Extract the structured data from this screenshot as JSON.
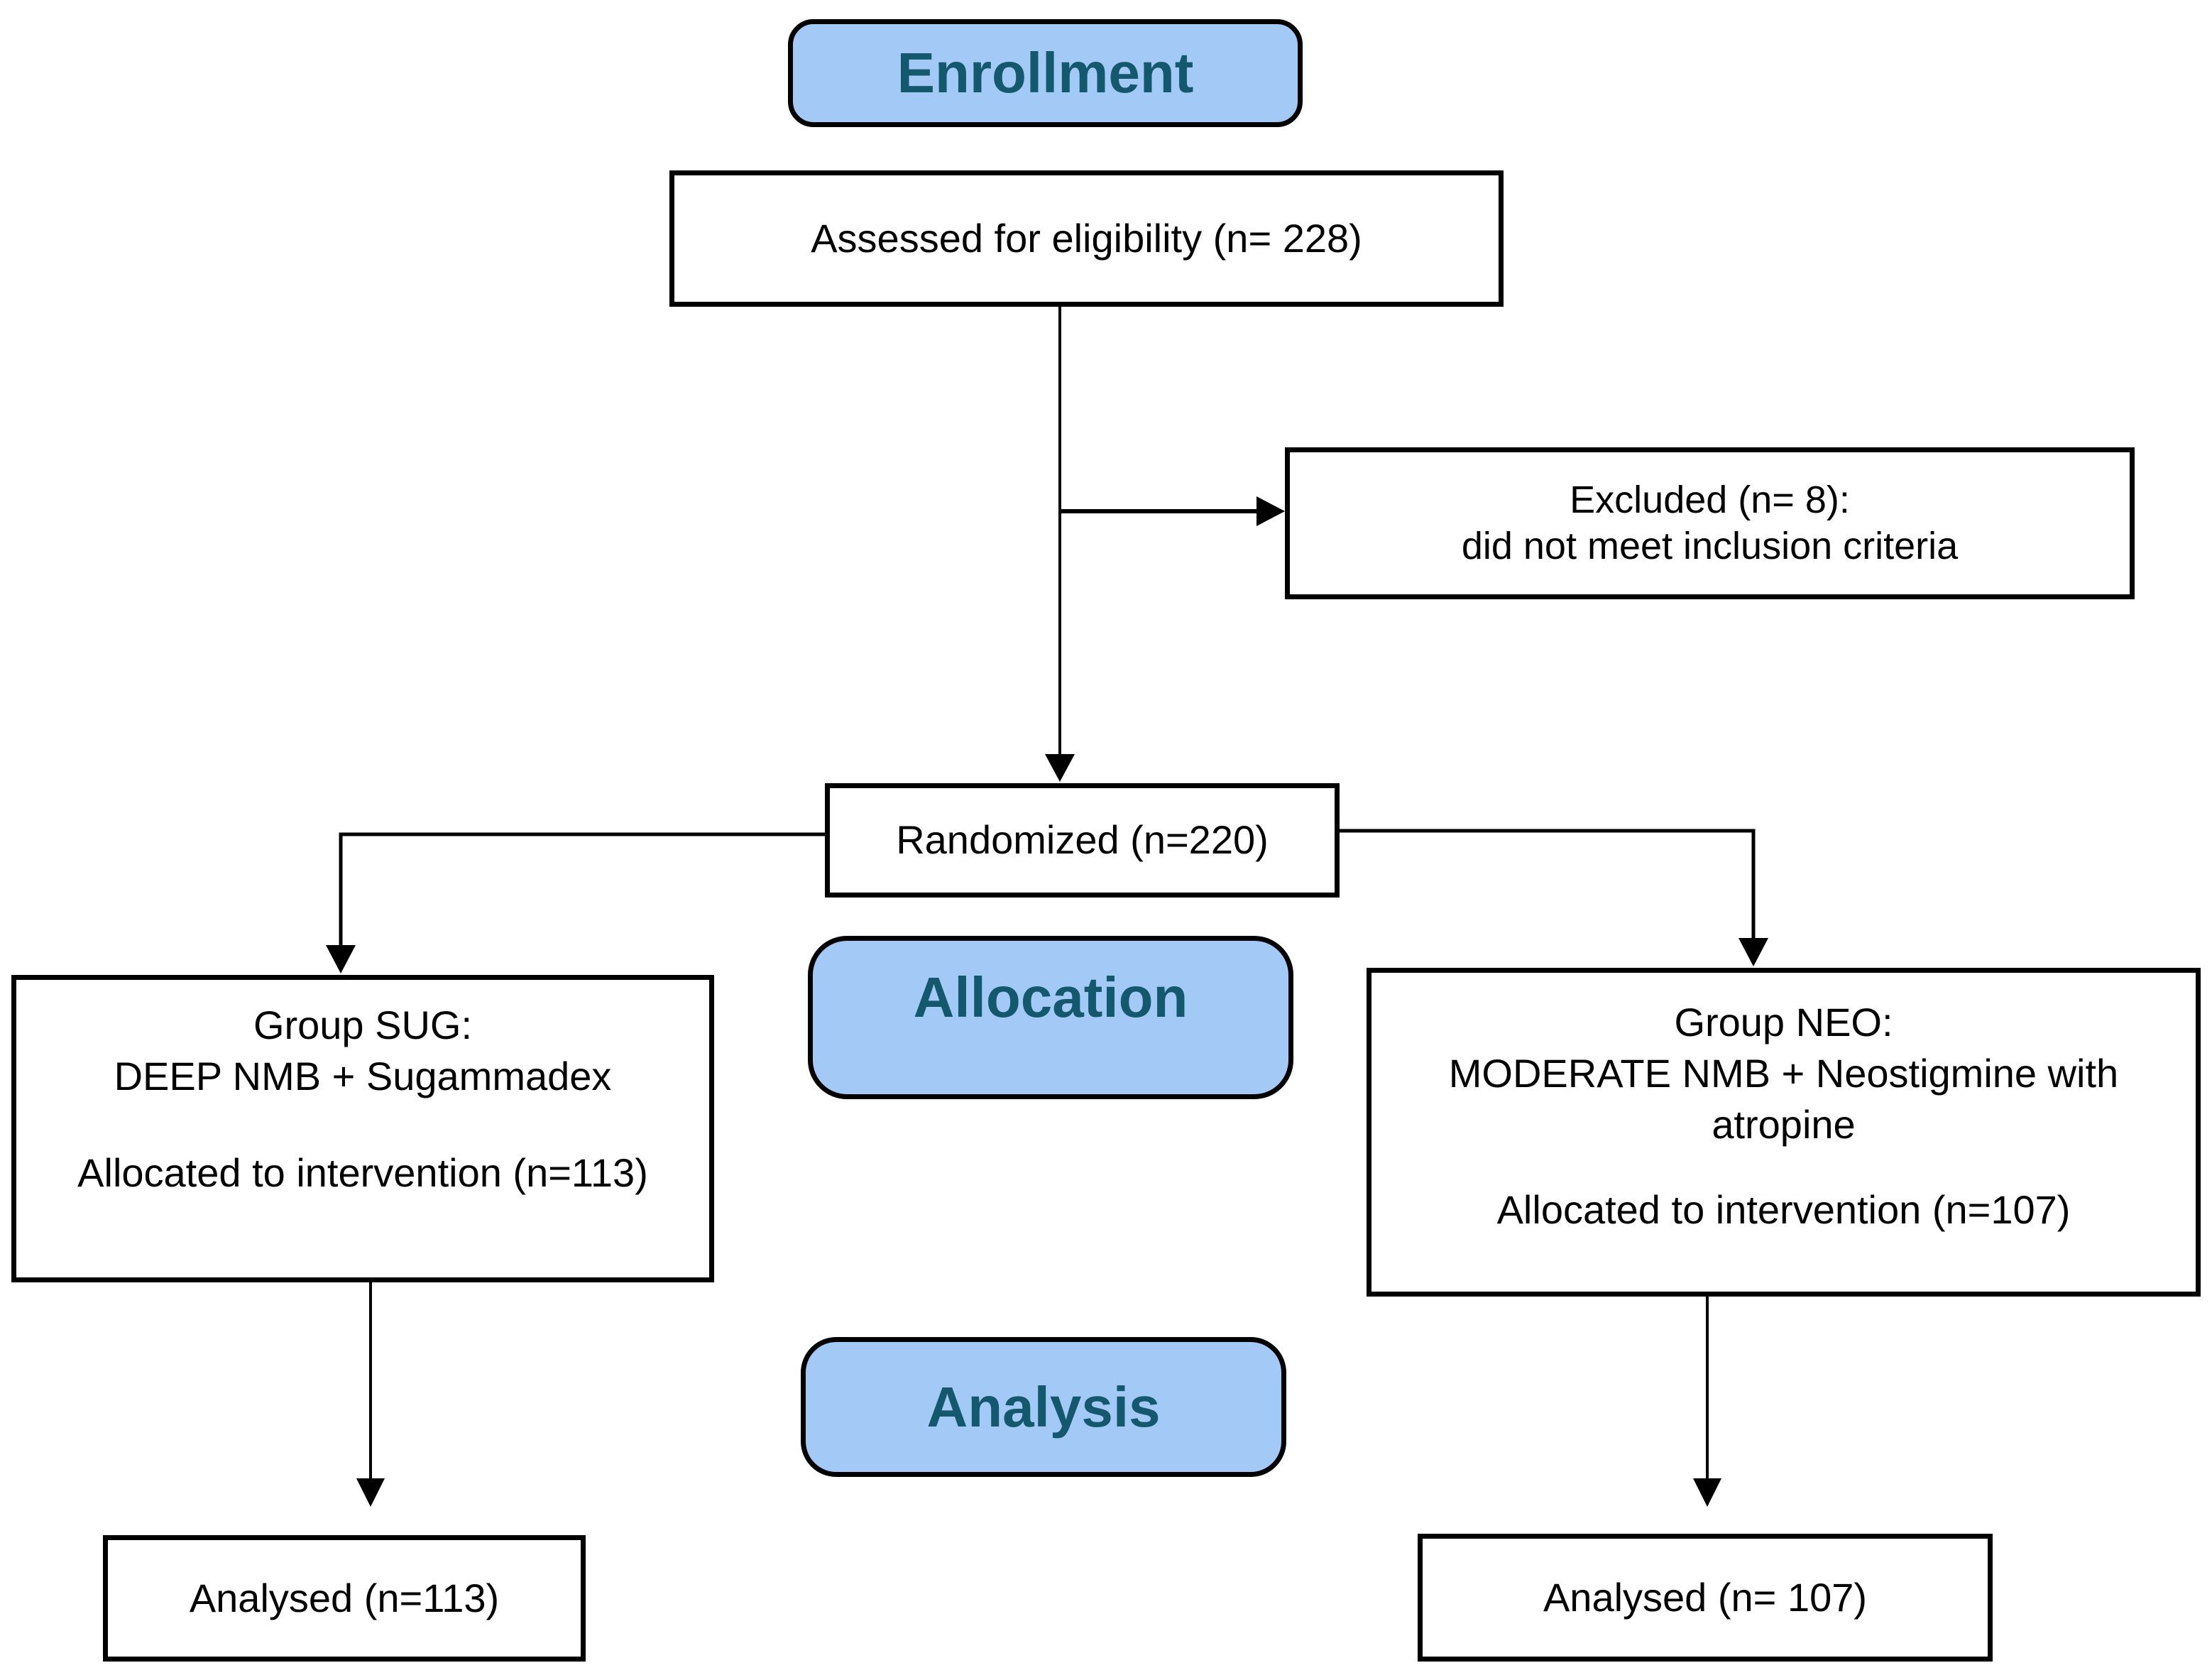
{
  "palette": {
    "stage_fill": "#a3c9f7",
    "stage_text": "#14586e",
    "box_border": "#000000",
    "box_fill": "#ffffff",
    "text": "#000000",
    "background": "#ffffff"
  },
  "stages": {
    "enrollment": "Enrollment",
    "allocation": "Allocation",
    "analysis": "Analysis"
  },
  "nodes": {
    "assessed": {
      "text": "Assessed for eligibility (n= 228)"
    },
    "excluded": {
      "lines": [
        "Excluded (n= 8):",
        "did not meet inclusion criteria"
      ]
    },
    "randomized": {
      "text": "Randomized (n=220)"
    },
    "group_sug": {
      "lines": [
        "Group SUG:",
        "DEEP NMB + Sugammadex"
      ],
      "allocated": "Allocated to intervention (n=113)"
    },
    "group_neo": {
      "lines": [
        "Group NEO:",
        "MODERATE NMB + Neostigmine with",
        "atropine"
      ],
      "allocated": "Allocated to intervention (n=107)"
    },
    "analysed_sug": {
      "text": "Analysed (n=113)"
    },
    "analysed_neo": {
      "text": "Analysed (n= 107)"
    }
  }
}
